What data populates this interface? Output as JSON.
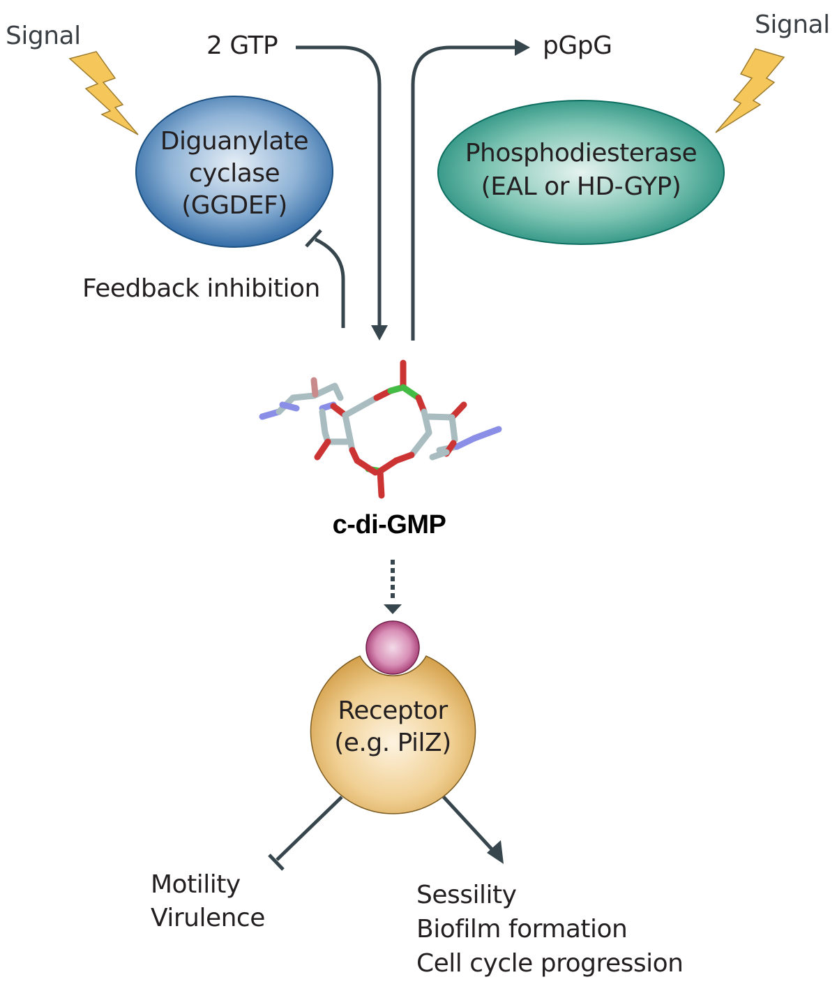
{
  "diagram": {
    "title": "c-di-GMP signalling",
    "signal_left": "Signal",
    "signal_right": "Signal",
    "substrate": "2 GTP",
    "product": "pGpG",
    "cyclase": {
      "line1": "Diguanylate",
      "line2": "cyclase",
      "line3": "(GGDEF)",
      "color": "#2f74b5"
    },
    "phosphodiesterase": {
      "line1": "Phosphodiesterase",
      "line2": "(EAL or HD-GYP)",
      "color": "#1f9a87"
    },
    "feedback": "Feedback inhibition",
    "molecule": "c-di-GMP",
    "receptor": {
      "line1": "Receptor",
      "line2": "(e.g. PilZ)",
      "color": "#e3b565"
    },
    "ligand_color": "#b0407a",
    "inhibited_outcomes": [
      "Motility",
      "Virulence"
    ],
    "promoted_outcomes": [
      "Sessility",
      "Biofilm formation",
      "Cell cycle progression"
    ],
    "arrow_color": "#37454d",
    "signal_color": "#f5c75a"
  }
}
